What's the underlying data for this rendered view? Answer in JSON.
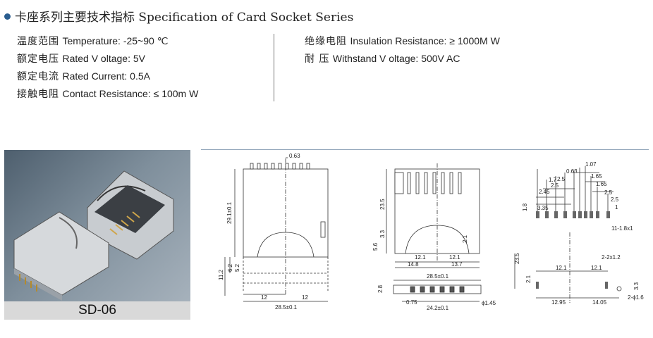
{
  "header": {
    "title": "卡座系列主要技术指标 Specification of Card Socket Series"
  },
  "specs_left": [
    {
      "zh": "温度范围",
      "en": "Temperature: -25~90  ℃"
    },
    {
      "zh": "额定电压",
      "en": "Rated V oltage: 5V"
    },
    {
      "zh": "额定电流",
      "en": "Rated Current: 0.5A"
    },
    {
      "zh": "接触电阻",
      "en": "Contact Resistance:   ≤ 100m W"
    }
  ],
  "specs_right": [
    {
      "zh": "绝缘电阻",
      "en": "Insulation Resistance:    ≥ 1000M W"
    },
    {
      "zh": "耐      压",
      "en": "Withstand V oltage: 500V   AC"
    }
  ],
  "product": {
    "model": "SD-06"
  },
  "drawing1": {
    "d063": "0.63",
    "d291": "29.1±0.1",
    "d62": "6.2",
    "d52": "5.2",
    "d112": "11.2",
    "d12a": "12",
    "d12b": "12",
    "d285": "28.5±0.1"
  },
  "drawing2": {
    "d235": "23.5",
    "d33": "3.3",
    "d56": "5.6",
    "d21": "2.1",
    "d121a": "12.1",
    "d121b": "12.1",
    "d148": "14.8",
    "d137": "13.7",
    "d285": "28.5±0.1",
    "d28": "2.8",
    "d075": "0.75",
    "d242": "24.2±0.1",
    "d145": "ϕ1.45"
  },
  "drawing3": {
    "d107": "1.07",
    "d063": "0.63",
    "d165a": "1.65",
    "d25a": "2.5",
    "d165b": "1.65",
    "d25b": "2.5",
    "d17": "1.7",
    "d245": "2.45",
    "d25c": "2.5",
    "d25d": "2.5",
    "d335": "3.35",
    "d1": "1",
    "d18": "1.8",
    "d11": "11-1.8x1",
    "d235": "23.5",
    "d2x12": "2-2x1.2",
    "d121a": "12.1",
    "d121b": "12.1",
    "d21": "2.1",
    "d33": "3.3",
    "d1295": "12.95",
    "d1405": "14.05",
    "d2phi": "2-ϕ1.6"
  }
}
